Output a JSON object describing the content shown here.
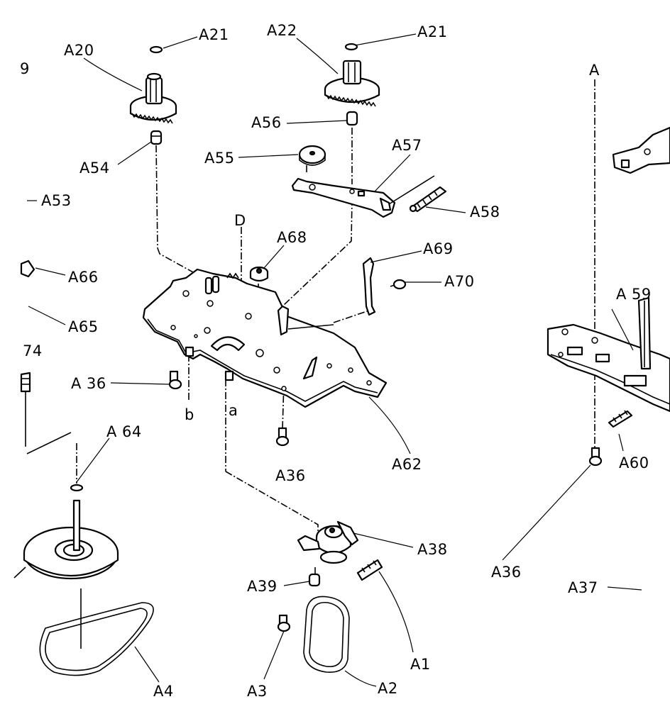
{
  "diagram": {
    "labels": {
      "a21_left": "A21",
      "a20": "A20",
      "a22": "A22",
      "a21_right": "A21",
      "nine": "9",
      "a54": "A54",
      "a56": "A56",
      "a55": "A55",
      "a57": "A57",
      "a53": "A53",
      "a58": "A58",
      "d": "D",
      "a68": "A68",
      "a69": "A69",
      "a66": "A66",
      "a70": "A70",
      "a_right": "A",
      "a59": "A 59",
      "a65": "A65",
      "seventy_four": "74",
      "a36_left": "A 36",
      "b": "b",
      "a_small": "a",
      "a62": "A62",
      "a64": "A 64",
      "a36_center": "A36",
      "a60": "A60",
      "a38": "A38",
      "a36_right": "A36",
      "a39": "A39",
      "a37": "A37",
      "a1": "A1",
      "a4": "A4",
      "a3": "A3",
      "a2": "A2"
    }
  }
}
